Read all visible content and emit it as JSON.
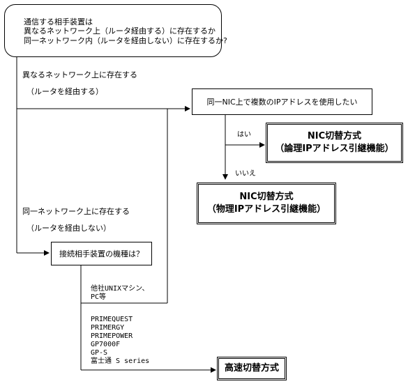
{
  "start_box": {
    "line1": "通信する相手装置は",
    "line2": "異なるネットワーク上（ルータ経由する）に存在するか",
    "line3": "同一ネットワーク内（ルータを経由しない）に存在するか?"
  },
  "branch_different": {
    "line1": "異なるネットワーク上に存在する",
    "line2": "（ルータを経由する）"
  },
  "question_nic": "同一NIC上で複数のIPアドレスを使用したい",
  "yes_label": "はい",
  "no_label": "いいえ",
  "result_logical": {
    "line1": "NIC切替方式",
    "line2": "（論理IPアドレス引継機能）"
  },
  "result_physical": {
    "line1": "NIC切替方式",
    "line2": "（物理IPアドレス引継機能）"
  },
  "branch_same": {
    "line1": "同一ネットワーク上に存在する",
    "line2": "（ルータを経由しない）"
  },
  "question_model": "接続相手装置の機種は？",
  "other_vendor": {
    "line1": "他社UNIXマシン、",
    "line2": "PC等"
  },
  "fujitsu_models": [
    "PRIMEQUEST",
    "PRIMERGY",
    "PRIMEPOWER",
    "GP7000F",
    "GP-S",
    "富士通 S series"
  ],
  "result_fast": "高速切替方式"
}
